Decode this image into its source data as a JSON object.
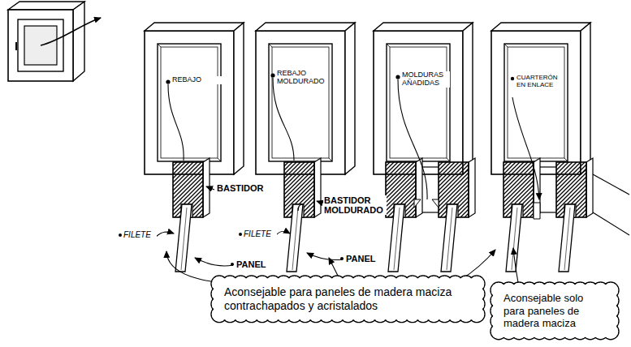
{
  "diagram": {
    "nodes": [
      {
        "text": [
          "Aconsejable para paneles de madera maciza contrachapados y acristalados"
        ]
      },
      {
        "text": [
          "Aconsejable solo para paneles de madera maciza"
        ]
      }
    ],
    "labels": [
      "REBAJO",
      "REBAJO MOLDURADO",
      "MOLDURAS AÑADIDAS",
      "CUARTERÓN EN ENLACE",
      "BASTIDOR",
      "BASTIDOR MOLDURADO",
      "FILETE",
      "FILETE",
      "PANEL",
      "PANEL"
    ]
  }
}
